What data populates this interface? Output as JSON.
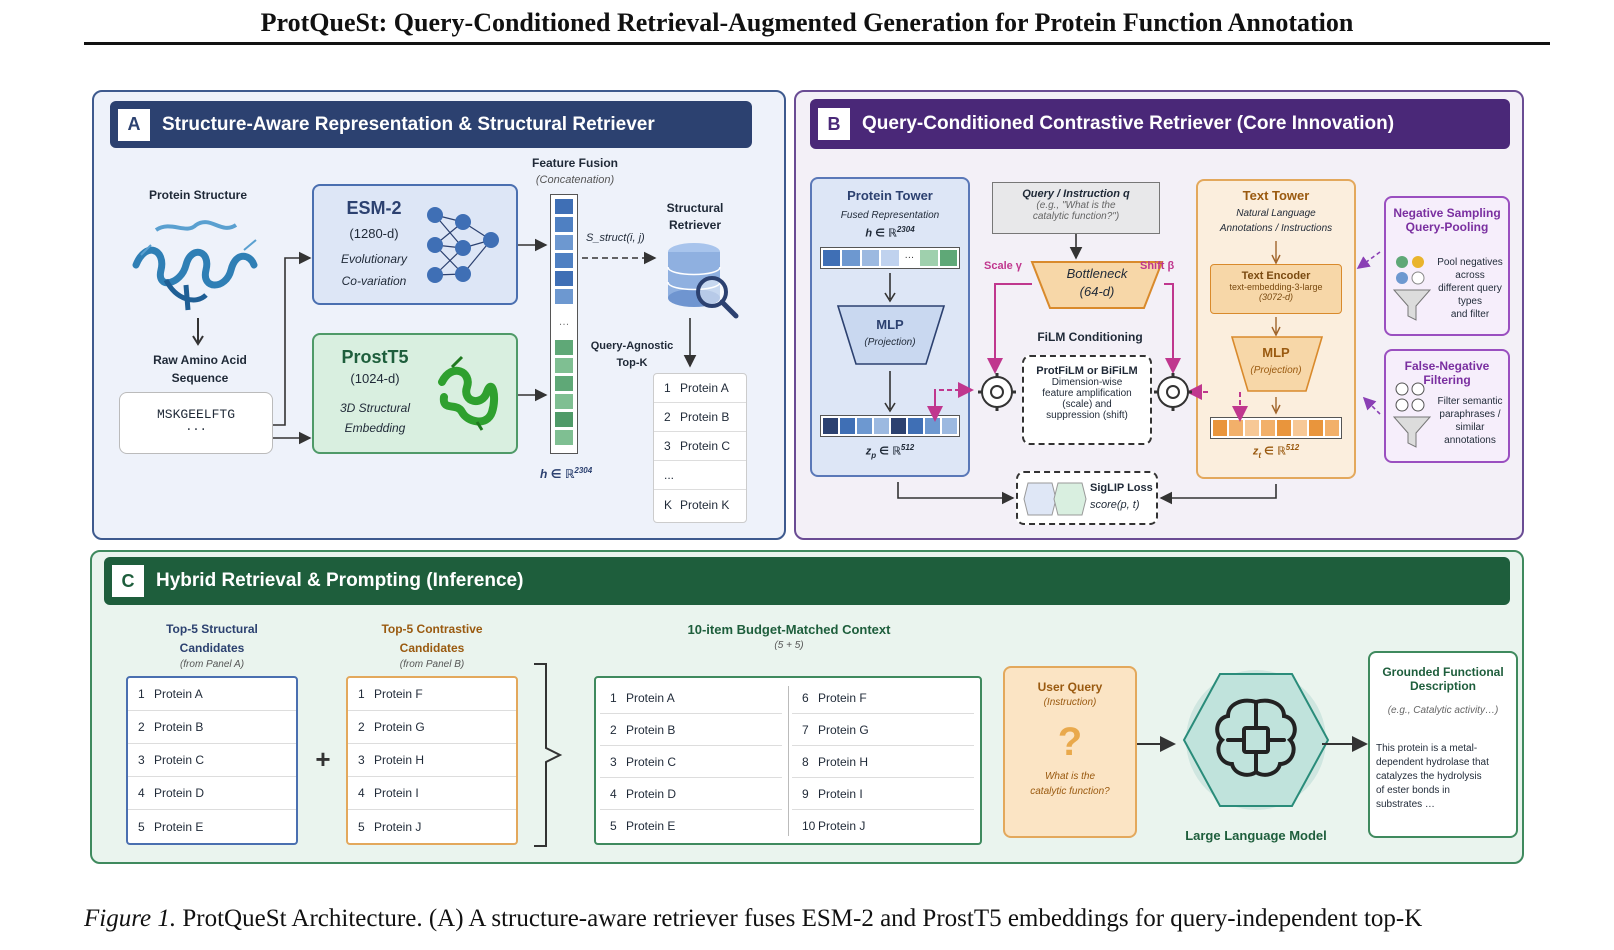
{
  "title": "ProtQueSt: Query-Conditioned Retrieval-Augmented Generation for Protein Function Annotation",
  "panel_a": {
    "label": "A",
    "header": "Structure-Aware Representation & Structural Retriever",
    "protein_structure": "Protein Structure",
    "raw_seq_label": "Raw Amino Acid Sequence",
    "sequence": "MSKGEELFTG",
    "sequence_more": "...",
    "esm_title": "ESM-2",
    "esm_dim": "(1280-d)",
    "esm_desc1": "Evolutionary",
    "esm_desc2": "Co-variation",
    "prost_title": "ProstT5",
    "prost_dim": "(1024-d)",
    "prost_desc1": "3D Structural",
    "prost_desc2": "Embedding",
    "fusion_title": "Feature Fusion",
    "fusion_sub": "(Concatenation)",
    "h_label": "h ∈ ℝ",
    "h_sup": "2304",
    "s_struct": "S_struct(i, j)",
    "retriever_title1": "Structural",
    "retriever_title2": "Retriever",
    "agnostic1": "Query-Agnostic",
    "agnostic2": "Top-K",
    "topk": [
      {
        "n": "1",
        "name": "Protein A"
      },
      {
        "n": "2",
        "name": "Protein B"
      },
      {
        "n": "3",
        "name": "Protein C"
      },
      {
        "n": "...",
        "name": ""
      },
      {
        "n": "K",
        "name": "Protein K"
      }
    ]
  },
  "panel_b": {
    "label": "B",
    "header": "Query-Conditioned Contrastive Retriever (Core Innovation)",
    "protein_tower": "Protein Tower",
    "fused_rep": "Fused Representation",
    "h_label": "h ∈ ℝ",
    "h_sup": "2304",
    "mlp": "MLP",
    "projection": "(Projection)",
    "zp": "z",
    "zp_sub": "p",
    "zp_rest": " ∈ ℝ",
    "zp_sup": "512",
    "query_title": "Query / Instruction q",
    "query_ex1": "(e.g., \"What is the",
    "query_ex2": "catalytic function?\")",
    "scale": "Scale γ",
    "shift": "Shift β",
    "bottleneck": "Bottleneck",
    "bottleneck_dim": "(64-d)",
    "film_title": "FiLM Conditioning",
    "film_box_title": "ProtFiLM or BiFiLM",
    "film_box_l1": "Dimension-wise",
    "film_box_l2": "feature amplification",
    "film_box_l3": "(scale) and",
    "film_box_l4": "suppression (shift)",
    "text_tower": "Text Tower",
    "text_nl1": "Natural Language",
    "text_nl2": "Annotations / Instructions",
    "text_encoder": "Text Encoder",
    "text_encoder_model": "text-embedding-3-large",
    "text_encoder_dim": "(3072-d)",
    "text_mlp": "MLP",
    "text_projection": "(Projection)",
    "zt": "z",
    "zt_sub": "t",
    "zt_rest": " ∈ ℝ",
    "zt_sup": "512",
    "siglip": "SigLIP Loss",
    "siglip_score": "score(p, t)",
    "neg_title1": "Negative Sampling",
    "neg_title2": "Query-Pooling",
    "neg_desc": [
      "Pool negatives",
      "across",
      "different query",
      "types",
      "and filter"
    ],
    "fn_title1": "False-Negative",
    "fn_title2": "Filtering",
    "fn_desc": [
      "Filter semantic",
      "paraphrases /",
      "similar",
      "annotations"
    ]
  },
  "panel_c": {
    "label": "C",
    "header": "Hybrid Retrieval & Prompting (Inference)",
    "struct_title1": "Top-5 Structural",
    "struct_title2": "Candidates",
    "struct_from": "(from Panel A)",
    "struct_items": [
      {
        "n": "1",
        "name": "Protein A"
      },
      {
        "n": "2",
        "name": "Protein B"
      },
      {
        "n": "3",
        "name": "Protein C"
      },
      {
        "n": "4",
        "name": "Protein D"
      },
      {
        "n": "5",
        "name": "Protein E"
      }
    ],
    "plus": "+",
    "contr_title1": "Top-5 Contrastive",
    "contr_title2": "Candidates",
    "contr_from": "(from Panel B)",
    "contr_items": [
      {
        "n": "1",
        "name": "Protein F"
      },
      {
        "n": "2",
        "name": "Protein G"
      },
      {
        "n": "3",
        "name": "Protein H"
      },
      {
        "n": "4",
        "name": "Protein I"
      },
      {
        "n": "5",
        "name": "Protein J"
      }
    ],
    "ctx_title": "10-item Budget-Matched Context",
    "ctx_sub": "(5 + 5)",
    "ctx_left": [
      {
        "n": "1",
        "name": "Protein A"
      },
      {
        "n": "2",
        "name": "Protein B"
      },
      {
        "n": "3",
        "name": "Protein C"
      },
      {
        "n": "4",
        "name": "Protein D"
      },
      {
        "n": "5",
        "name": "Protein E"
      }
    ],
    "ctx_right": [
      {
        "n": "6",
        "name": "Protein F"
      },
      {
        "n": "7",
        "name": "Protein G"
      },
      {
        "n": "8",
        "name": "Protein H"
      },
      {
        "n": "9",
        "name": "Protein I"
      },
      {
        "n": "10",
        "name": "Protein J"
      }
    ],
    "user_query": "User Query",
    "instruction": "(Instruction)",
    "qmark": "?",
    "uq_ex1": "What is the",
    "uq_ex2": "catalytic function?",
    "llm": "Large Language Model",
    "grounded1": "Grounded Functional",
    "grounded2": "Description",
    "grounded_eg": "(e.g., Catalytic activity…)",
    "grounded_text": [
      "This protein is a metal-",
      "dependent hydrolase that",
      "catalyzes the hydrolysis",
      "of ester bonds in",
      "substrates …"
    ]
  },
  "caption": {
    "fig": "Figure 1.",
    "text": " ProtQueSt Architecture. (A) A structure-aware retriever fuses ESM-2 and ProstT5 embeddings for query-independent top-K"
  },
  "colors": {
    "panel_a_header": "#2c4170",
    "panel_b_header": "#4a2878",
    "panel_c_header": "#1e5e3c",
    "esm_blue": "#3f6fb5",
    "prost_green": "#3f8f5a",
    "text_orange": "#e39b3c",
    "magenta": "#c0378e",
    "purple": "#8a3fb5"
  }
}
